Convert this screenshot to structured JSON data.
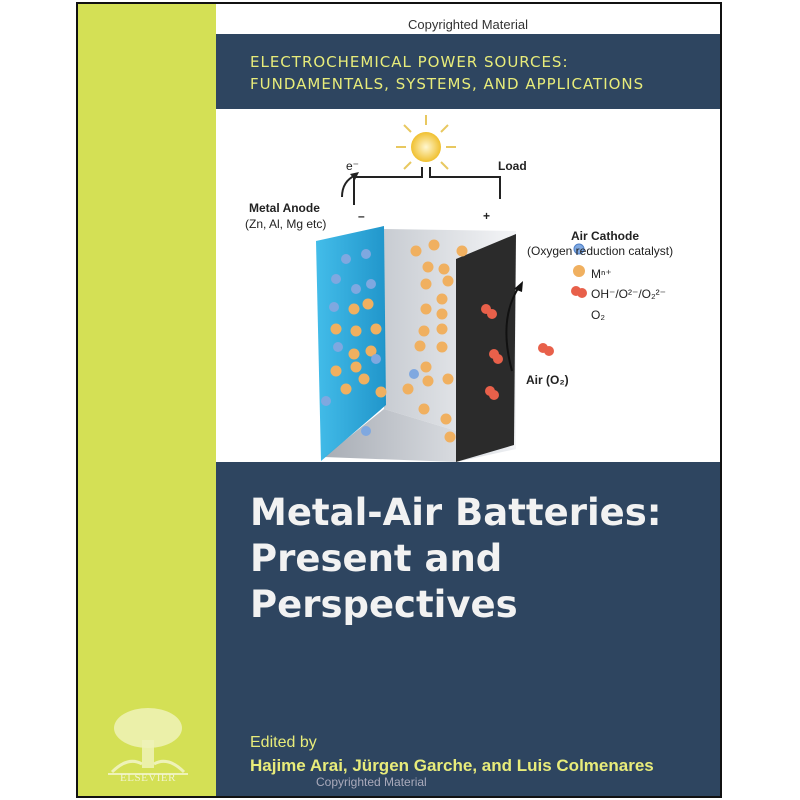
{
  "watermark": "Copyrighted Material",
  "series_line1": "ELECTROCHEMICAL POWER SOURCES:",
  "series_line2": "FUNDAMENTALS, SYSTEMS, AND APPLICATIONS",
  "diagram": {
    "electron": "e⁻",
    "load": "Load",
    "anode_title": "Metal Anode",
    "anode_sub": "(Zn, Al, Mg etc)",
    "minus": "–",
    "plus": "+",
    "cathode_title": "Air Cathode",
    "cathode_sub": "(Oxygen reduction catalyst)",
    "legend": [
      "Mⁿ⁺",
      "OH⁻/O²⁻/O₂²⁻",
      "O₂"
    ],
    "air": "Air (O₂)",
    "colors": {
      "metal_ion": "#7fa8e0",
      "hydroxide": "#f0b060",
      "oxygen": "#e8604a",
      "anode": "#1ea0d8",
      "cathode": "#2a2a2a"
    }
  },
  "title_lines": [
    "Metal-Air Batteries:",
    "Present and",
    "Perspectives"
  ],
  "edited_by": "Edited by",
  "editors": "Hajime Arai, Jürgen Garche, and Luis Colmenares",
  "publisher": "ELSEVIER",
  "colors": {
    "strip": "#d4e055",
    "band": "#2e4560",
    "accent_text": "#e8ec7a"
  }
}
